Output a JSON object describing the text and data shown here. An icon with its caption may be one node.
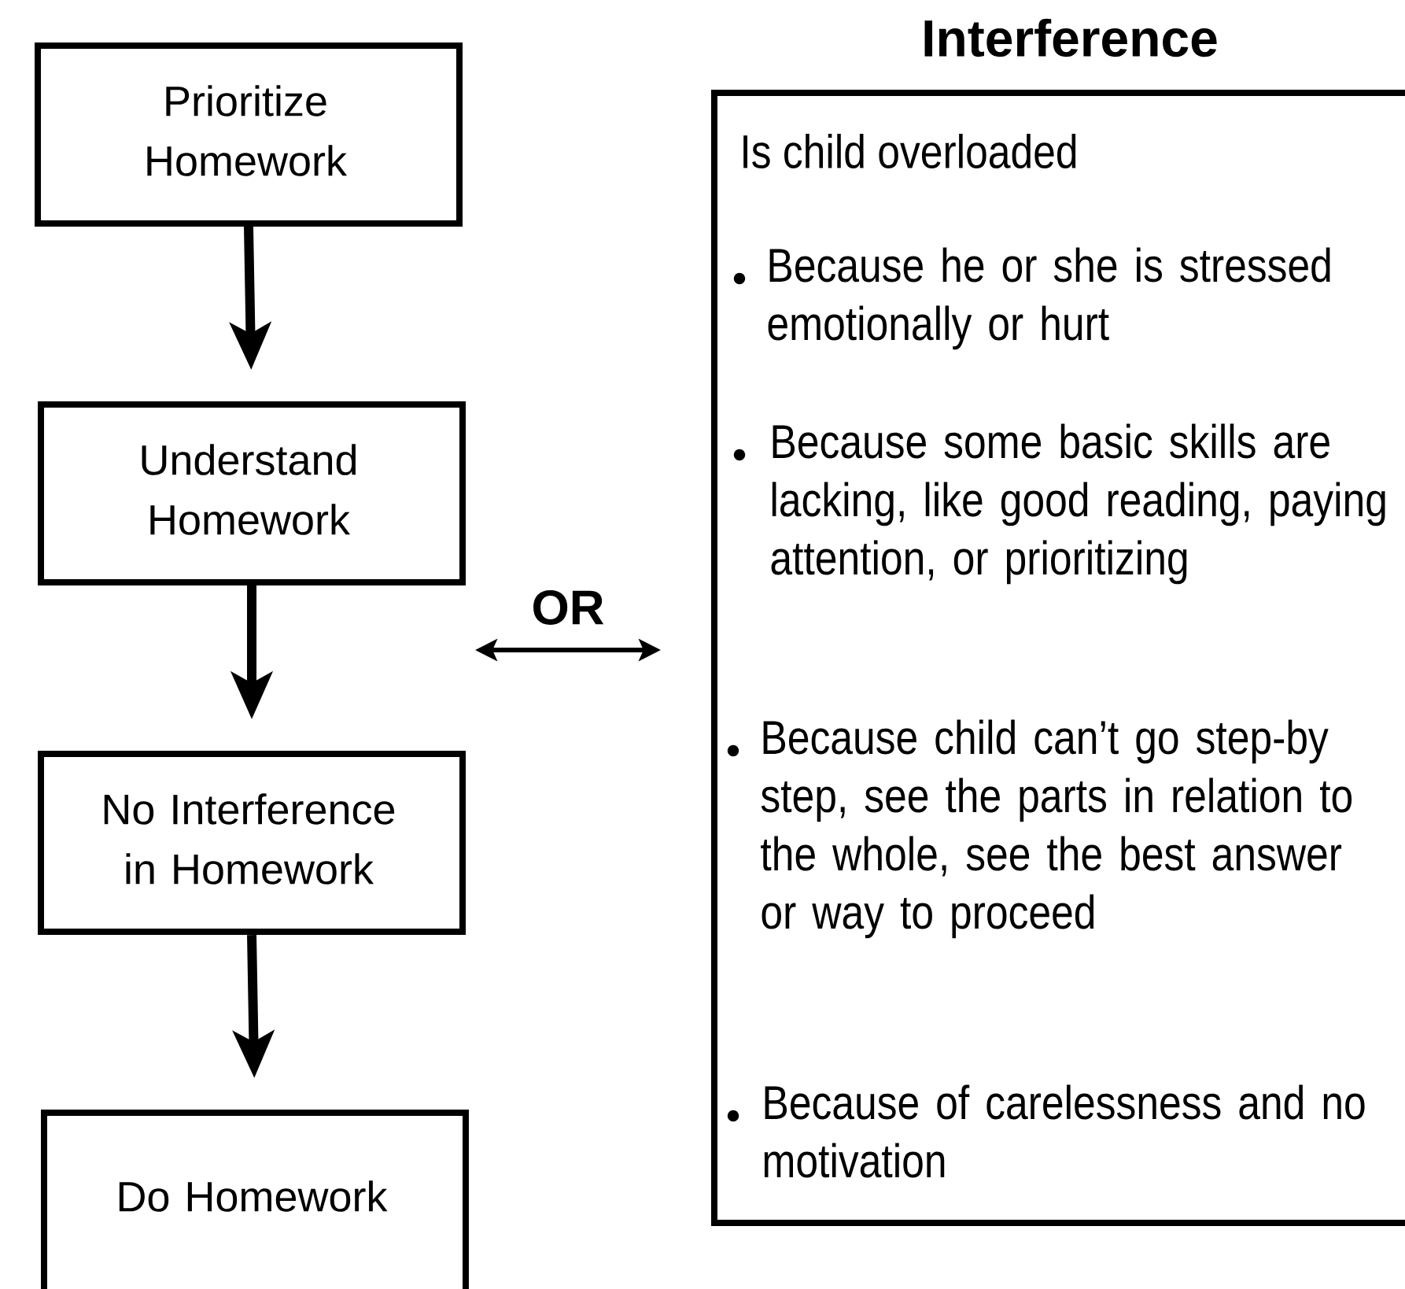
{
  "diagram": {
    "nodes": [
      {
        "text": [
          "Prioritize Homework"
        ]
      },
      {
        "text": [
          "Understand Homework"
        ]
      },
      {
        "text": [
          "No Interference in Homework"
        ]
      },
      {
        "text": [
          "Do Homework"
        ]
      },
      {
        "text": [
          "Interference",
          "Is child overloaded",
          "Because he or she is stressed emotionally or hurt",
          "Because some basic skills are lacking, like good reading, paying attention, or prioritizing",
          "Because child can’t go step-by step, see the parts in relation to the whole, see the best answer or way to proceed",
          "Because of carelessness and no motivation"
        ]
      }
    ],
    "edges": [
      {
        "from": 0,
        "to": 1,
        "arrow": "to"
      },
      {
        "from": 1,
        "to": 2,
        "arrow": "to"
      },
      {
        "from": 2,
        "to": 3,
        "arrow": "to"
      },
      {
        "from": 1,
        "to": 4,
        "arrow": "both",
        "label": "OR"
      }
    ]
  }
}
